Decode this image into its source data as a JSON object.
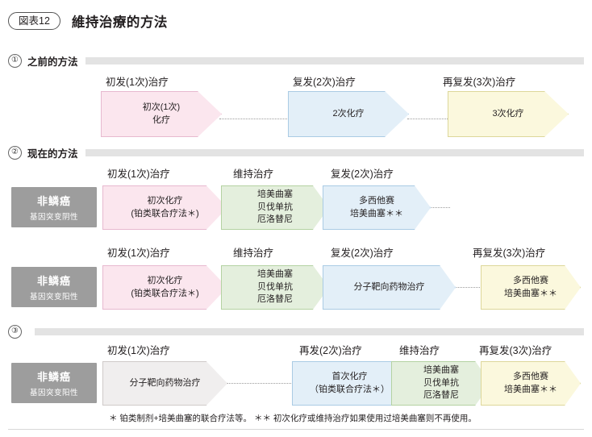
{
  "header": {
    "badge": "図表12",
    "title": "維持治療的方法"
  },
  "sections": [
    {
      "num": "①",
      "label": "之前的方法"
    },
    {
      "num": "②",
      "label": "现在的方法"
    },
    {
      "num": "③",
      "label": ""
    }
  ],
  "row1": {
    "headings": [
      "初发(1次)治疗",
      "复发(2次)治疗",
      "再复发(3次)治疗"
    ],
    "arrows": [
      {
        "lines": [
          "初次(1次)",
          "化疗"
        ],
        "color": "pink"
      },
      {
        "lines": [
          "2次化疗"
        ],
        "color": "blue"
      },
      {
        "lines": [
          "3次化疗"
        ],
        "color": "yellow"
      }
    ]
  },
  "row2": {
    "category": {
      "name": "非鳞癌",
      "sub": "基因突变阴性"
    },
    "headings": [
      "初发(1次)治疗",
      "维持治疗",
      "复发(2次)治疗"
    ],
    "arrows": [
      {
        "lines": [
          "初次化疗",
          "(铂类联合疗法＊)"
        ],
        "color": "pink"
      },
      {
        "lines": [
          "培美曲塞",
          "贝伐单抗",
          "厄洛替尼"
        ],
        "color": "green"
      },
      {
        "lines": [
          "多西他赛",
          "培美曲塞＊＊"
        ],
        "color": "blue"
      }
    ]
  },
  "row3": {
    "category": {
      "name": "非鳞癌",
      "sub": "基因突变阳性"
    },
    "headings": [
      "初发(1次)治疗",
      "维持治疗",
      "复发(2次)治疗",
      "再复发(3次)治疗"
    ],
    "arrows": [
      {
        "lines": [
          "初次化疗",
          "(铂类联合疗法＊)"
        ],
        "color": "pink"
      },
      {
        "lines": [
          "培美曲塞",
          "贝伐单抗",
          "厄洛替尼"
        ],
        "color": "green"
      },
      {
        "lines": [
          "分子靶向药物治疗"
        ],
        "color": "blue"
      },
      {
        "lines": [
          "多西他赛",
          "培美曲塞＊＊"
        ],
        "color": "yellow"
      }
    ]
  },
  "row4": {
    "category": {
      "name": "非鳞癌",
      "sub": "基因突变阳性"
    },
    "headings": [
      "初发(1次)治疗",
      "再发(2次)治疗",
      "维持治疗",
      "再复发(3次)治疗"
    ],
    "arrows": [
      {
        "lines": [
          "分子靶向药物治疗"
        ],
        "color": "gray"
      },
      {
        "lines": [
          "首次化疗",
          "（铂类联合疗法＊）"
        ],
        "color": "blue"
      },
      {
        "lines": [
          "培美曲塞",
          "贝伐单抗",
          "厄洛替尼"
        ],
        "color": "green"
      },
      {
        "lines": [
          "多西他赛",
          "培美曲塞＊＊"
        ],
        "color": "yellow"
      }
    ]
  },
  "footnote": "＊ 铂类制剂+培美曲塞的联合疗法等。 ＊＊ 初次化疗或维持治疗如果使用过培美曲塞则不再使用。"
}
